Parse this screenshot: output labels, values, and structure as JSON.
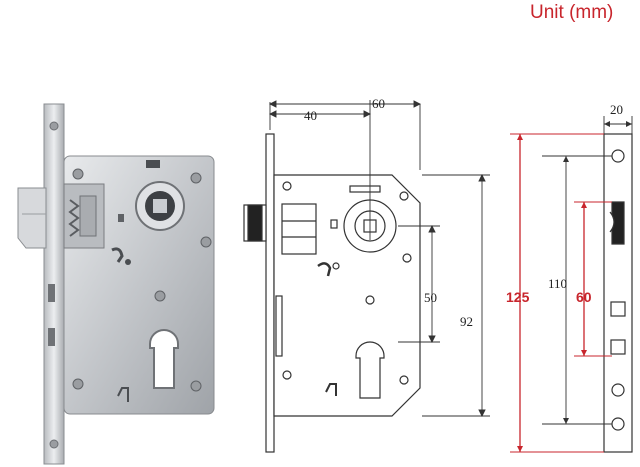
{
  "unit_label": "Unit (mm)",
  "dimensions": {
    "d40": "40",
    "d60_top": "60",
    "d20": "20",
    "d50": "50",
    "d92": "92",
    "d110": "110",
    "d125": "125",
    "d60_side": "60"
  },
  "colors": {
    "accent_red": "#c8252c",
    "steel": "#c9ccd0",
    "line": "#333333"
  }
}
